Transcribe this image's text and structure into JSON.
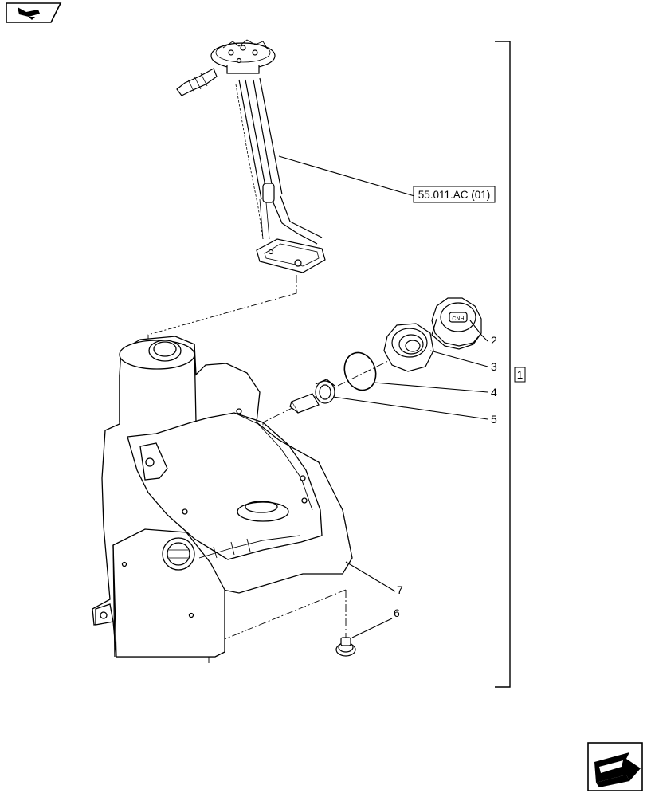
{
  "reference_label": "55.011.AC (01)",
  "group_label": "1",
  "callouts": [
    {
      "id": "2",
      "label": "2"
    },
    {
      "id": "3",
      "label": "3"
    },
    {
      "id": "4",
      "label": "4"
    },
    {
      "id": "5",
      "label": "5"
    },
    {
      "id": "6",
      "label": "6"
    },
    {
      "id": "7",
      "label": "7"
    }
  ],
  "icons": {
    "top_nav": "previous-page-arrow-icon",
    "bottom_nav": "next-page-arrow-icon"
  },
  "colors": {
    "line": "#000000",
    "background": "#ffffff"
  }
}
